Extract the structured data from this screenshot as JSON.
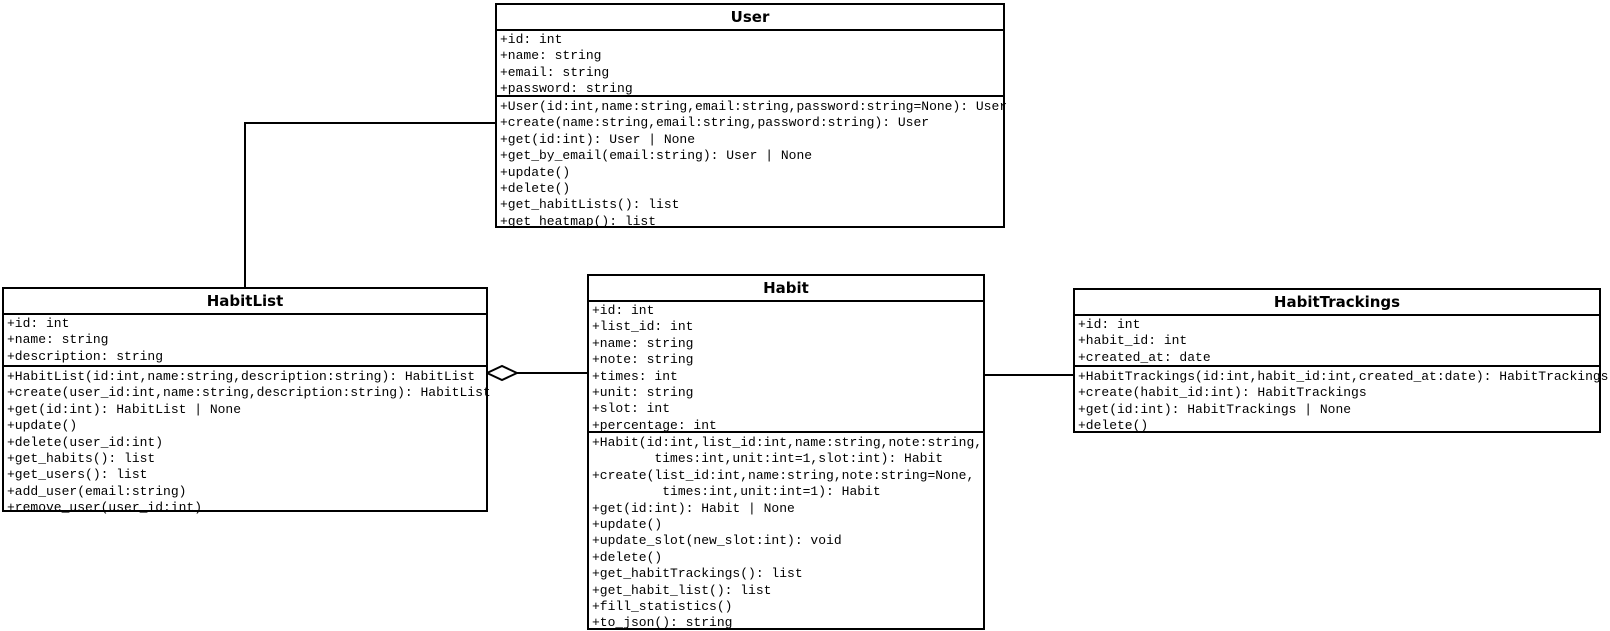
{
  "colors": {
    "border": "#000000",
    "background": "#ffffff",
    "text": "#000000"
  },
  "classes": [
    {
      "name": "User",
      "attributes": [
        "+id: int",
        "+name: string",
        "+email: string",
        "+password: string"
      ],
      "methods": [
        "+User(id:int,name:string,email:string,password:string=None): User",
        "+create(name:string,email:string,password:string): User",
        "+get(id:int): User | None",
        "+get_by_email(email:string): User | None",
        "+update()",
        "+delete()",
        "+get_habitLists(): list",
        "+get_heatmap(): list"
      ]
    },
    {
      "name": "HabitList",
      "attributes": [
        "+id: int",
        "+name: string",
        "+description: string"
      ],
      "methods": [
        "+HabitList(id:int,name:string,description:string): HabitList",
        "+create(user_id:int,name:string,description:string): HabitList",
        "+get(id:int): HabitList | None",
        "+update()",
        "+delete(user_id:int)",
        "+get_habits(): list",
        "+get_users(): list",
        "+add_user(email:string)",
        "+remove_user(user_id:int)"
      ]
    },
    {
      "name": "Habit",
      "attributes": [
        "+id: int",
        "+list_id: int",
        "+name: string",
        "+note: string",
        "+times: int",
        "+unit: string",
        "+slot: int",
        "+percentage: int"
      ],
      "methods": [
        "+Habit(id:int,list_id:int,name:string,note:string,",
        "        times:int,unit:int=1,slot:int): Habit",
        "+create(list_id:int,name:string,note:string=None,",
        "         times:int,unit:int=1): Habit",
        "+get(id:int): Habit | None",
        "+update()",
        "+update_slot(new_slot:int): void",
        "+delete()",
        "+get_habitTrackings(): list",
        "+get_habit_list(): list",
        "+fill_statistics()",
        "+to_json(): string"
      ]
    },
    {
      "name": "HabitTrackings",
      "attributes": [
        "+id: int",
        "+habit_id: int",
        "+created_at: date"
      ],
      "methods": [
        "+HabitTrackings(id:int,habit_id:int,created_at:date): HabitTrackings",
        "+create(habit_id:int): HabitTrackings",
        "+get(id:int): HabitTrackings | None",
        "+delete()"
      ]
    }
  ],
  "connectors": [
    {
      "from": "User",
      "to": "HabitList",
      "type": "association"
    },
    {
      "from": "HabitList",
      "to": "Habit",
      "type": "aggregation",
      "diamond_end": "HabitList"
    },
    {
      "from": "Habit",
      "to": "HabitTrackings",
      "type": "association"
    }
  ]
}
